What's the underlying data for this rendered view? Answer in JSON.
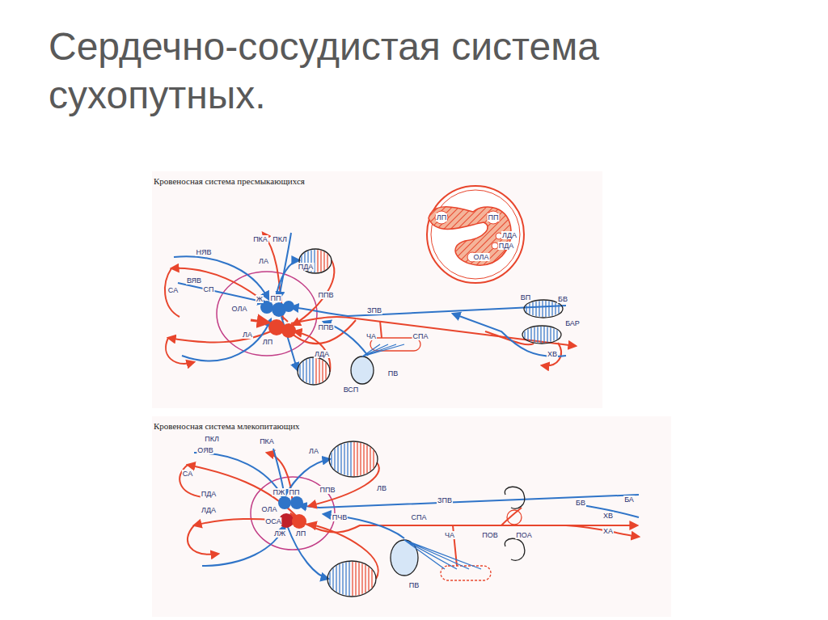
{
  "diagram": {
    "title": "Сердечно-сосудистая система сухопутных.",
    "nodes": [
      {
        "text": [
          "Кровеносная система пресмыкающихся"
        ]
      },
      {
        "text": [
          "Кровеносная система млекопитающих"
        ]
      }
    ],
    "labels": [
      "ПКА",
      "ПКЛ",
      "НЯВ",
      "ЛА",
      "ПДА",
      "ВЯВ",
      "СА",
      "СП",
      "Ж",
      "ПП",
      "ППВ",
      "ОЛА",
      "ЛА",
      "ЛП",
      "ППВ",
      "ЛДА",
      "ЗПВ",
      "ЧА",
      "СПА",
      "ВСП",
      "ПВ",
      "ВП",
      "БВ",
      "БАР",
      "ХВ",
      "ЛП",
      "ПП",
      "ЛДА",
      "ПДА",
      "ОЛА",
      "ПКЛ",
      "ПКА",
      "ОЯВ",
      "ЛА",
      "СА",
      "ЛВ",
      "ПДА",
      "ЛДА",
      "ПЖ",
      "ПП",
      "ППВ",
      "ОЛА",
      "ОСА",
      "ЛЖ",
      "ЛП",
      "ПЧВ",
      "ЗПВ",
      "СПА",
      "ЧА",
      "ПВ",
      "ПОВ",
      "ПОА",
      "БВ",
      "БА",
      "ХВ",
      "ХА"
    ]
  }
}
